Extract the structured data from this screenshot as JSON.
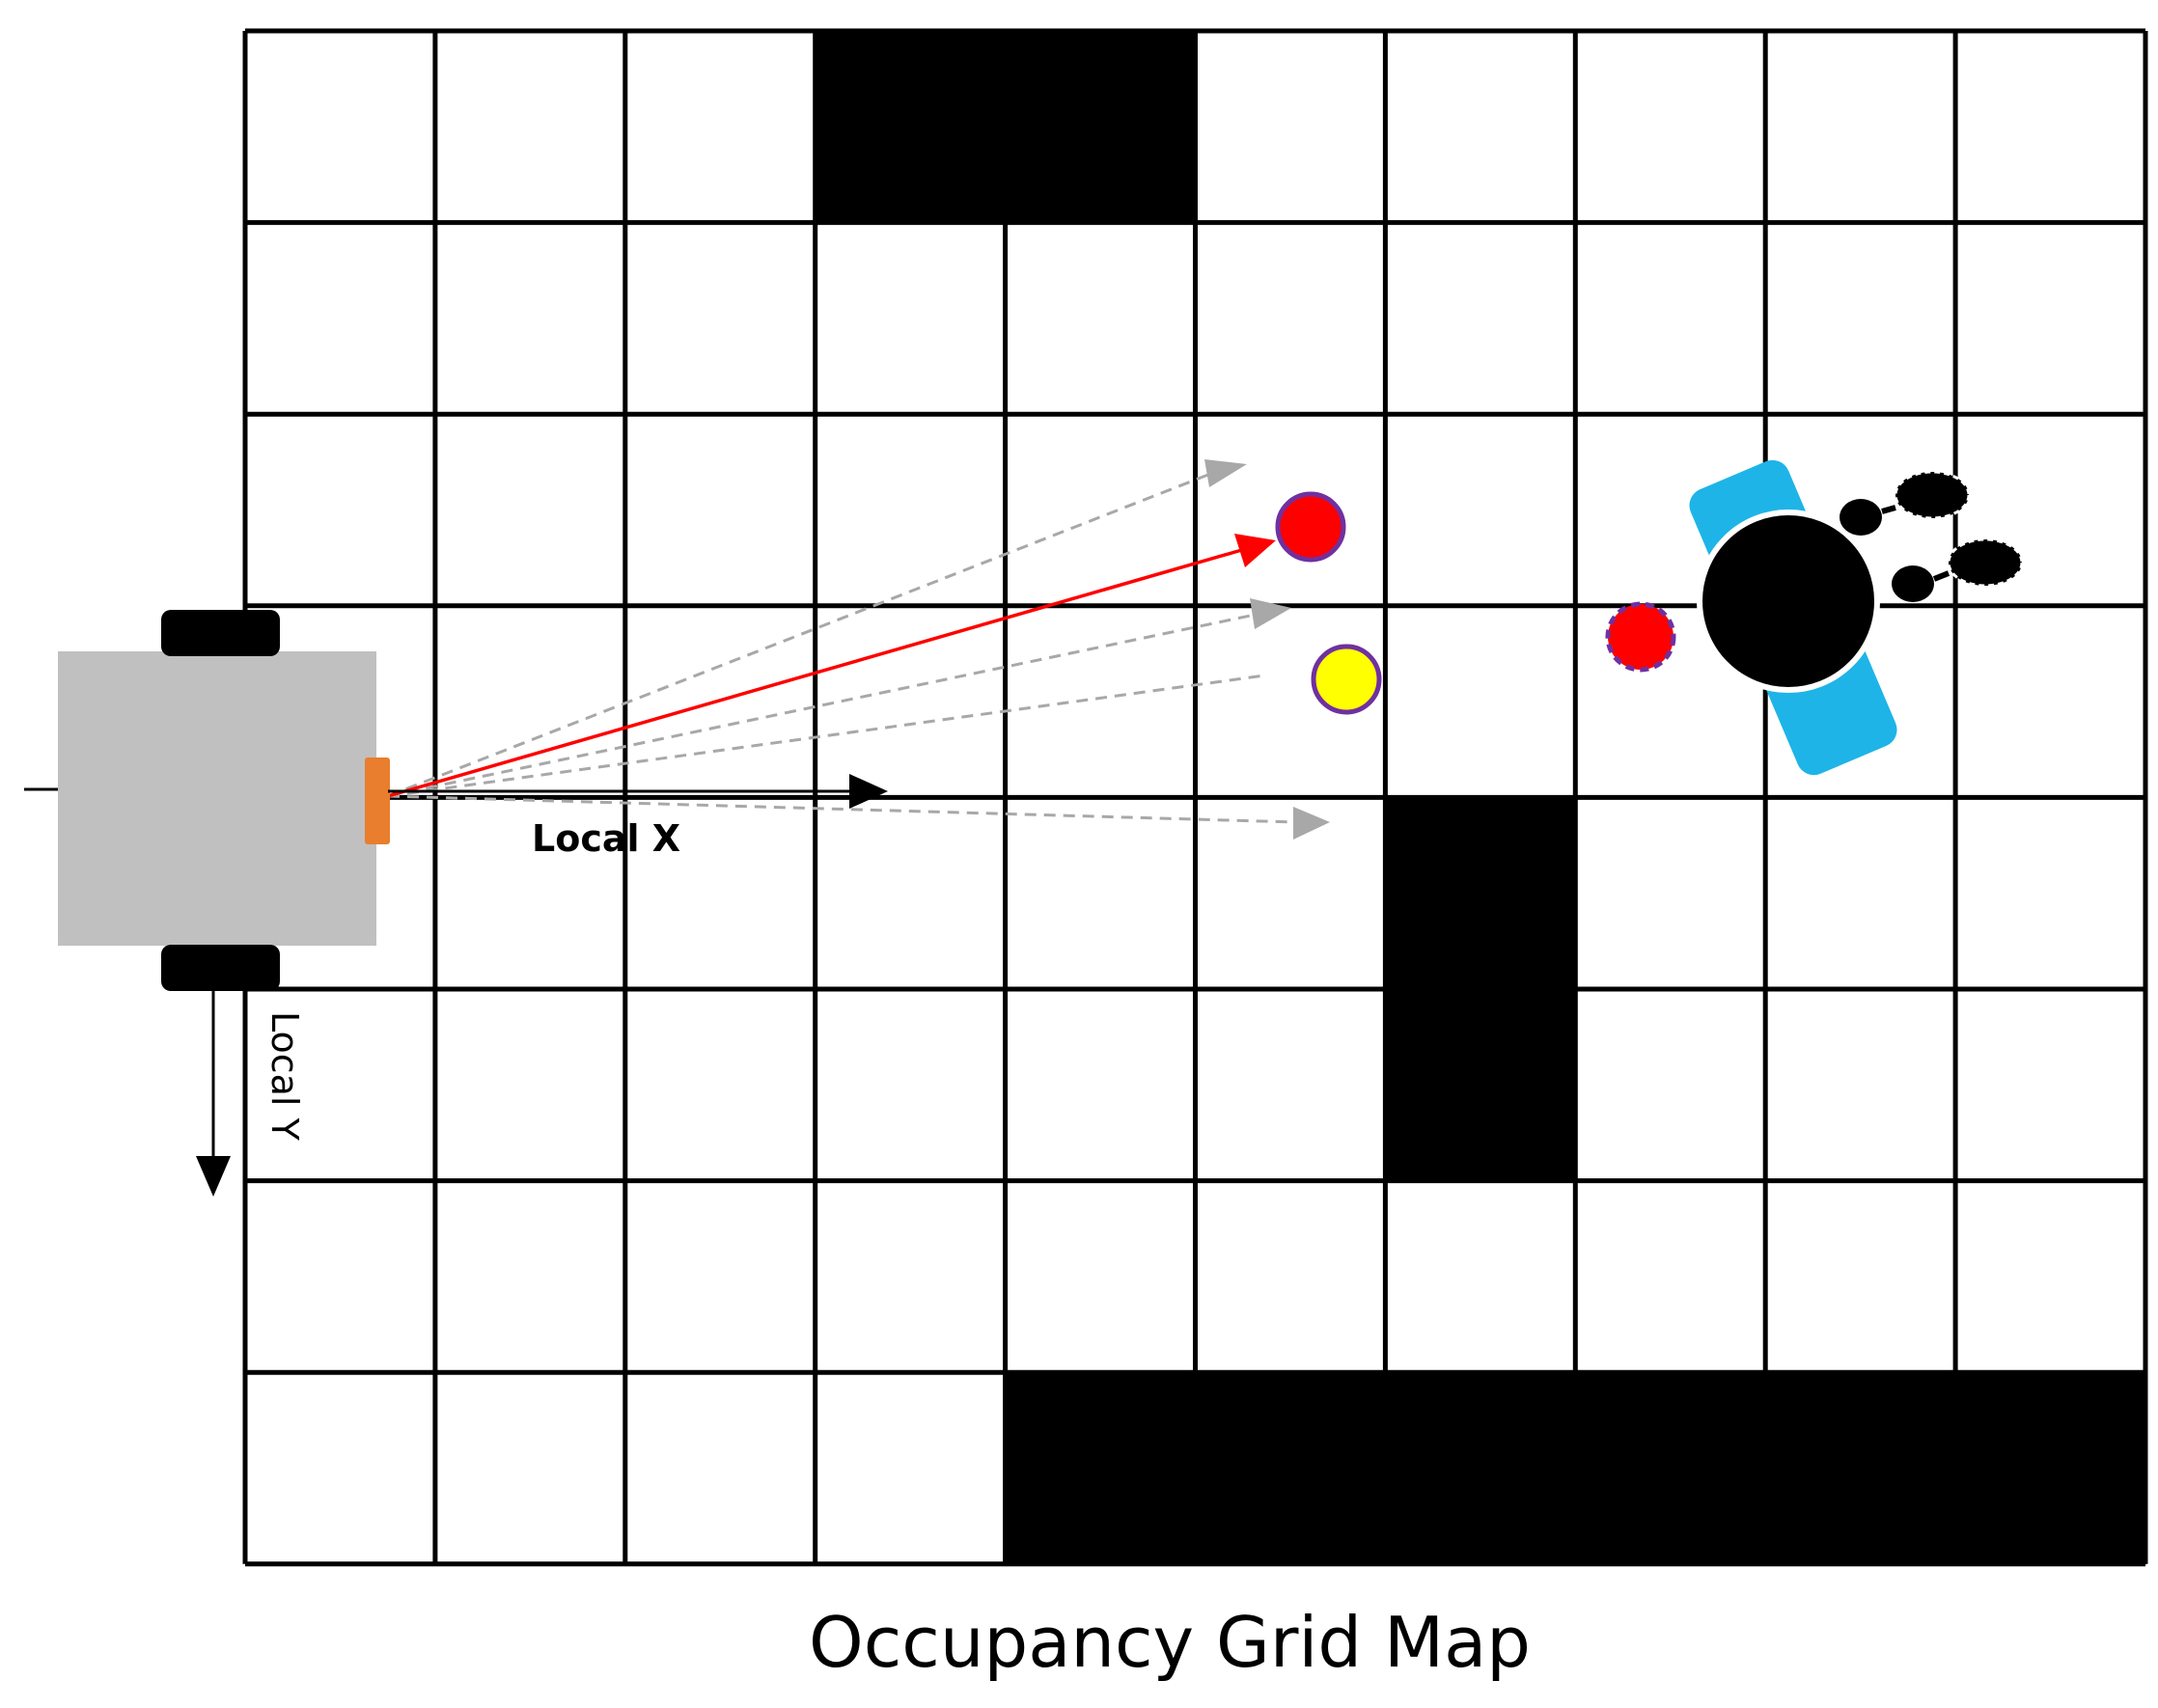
{
  "title": "Occupancy Grid Map",
  "axes": {
    "x_label": "Local X",
    "y_label": "Local Y"
  },
  "grid": {
    "cols": 10,
    "rows": 8,
    "occupied_cells": [
      [
        3,
        0
      ],
      [
        4,
        0
      ],
      [
        6,
        4
      ],
      [
        6,
        5
      ],
      [
        4,
        7
      ],
      [
        5,
        7
      ],
      [
        6,
        7
      ],
      [
        7,
        7
      ],
      [
        8,
        7
      ],
      [
        9,
        7
      ]
    ]
  },
  "colors": {
    "grid_line": "#000000",
    "occupied": "#000000",
    "robot_body": "#c0c0c0",
    "wheel": "#000000",
    "sensor": "#e87e2e",
    "ray_selected": "#ff0000",
    "ray_candidate": "#a8a8a8",
    "target_red": "#ff0000",
    "target_yellow": "#ffff00",
    "target_outline": "#7030a0",
    "walker_frame": "#1eb4e8",
    "person": "#000000"
  }
}
